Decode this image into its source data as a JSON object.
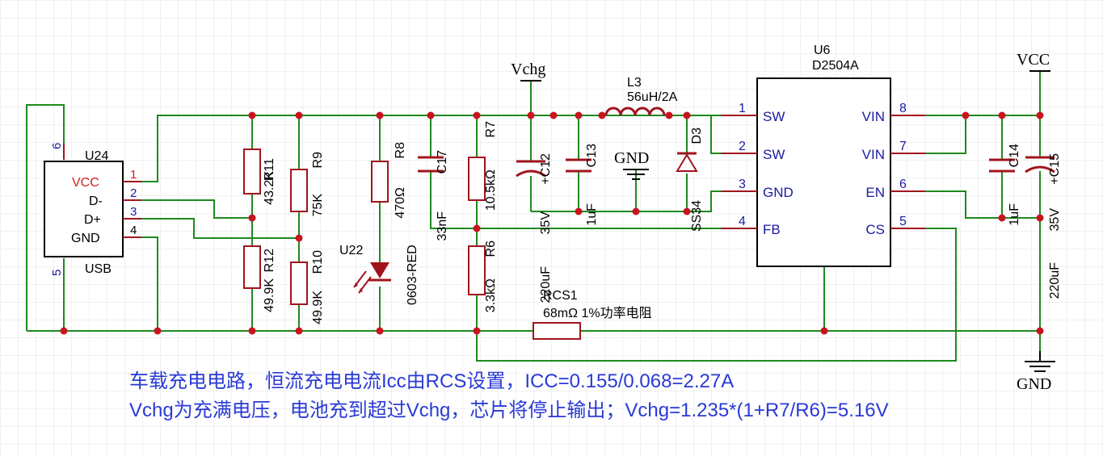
{
  "colors": {
    "wire": "#1e8a1e",
    "component": "#a0141e",
    "pin_number": "#1a1aa0",
    "ic_body": "#000000",
    "junction": "#c8141e",
    "annotation": "#2a3ad6",
    "grid": "#e3e3e3",
    "vcc_label": "#d21e1e"
  },
  "components": {
    "u24": {
      "ref": "U24",
      "name": "USB",
      "pins": [
        {
          "label": "VCC",
          "num": "1"
        },
        {
          "label": "D-",
          "num": "2"
        },
        {
          "label": "D+",
          "num": "3"
        },
        {
          "label": "GND",
          "num": "4"
        }
      ],
      "extra_pins": [
        "6",
        "5"
      ]
    },
    "r11": {
      "ref": "R11",
      "value": "43.2K"
    },
    "r9": {
      "ref": "R9",
      "value": "75K"
    },
    "r12": {
      "ref": "R12",
      "value": "49.9K"
    },
    "r10": {
      "ref": "R10",
      "value": "49.9K"
    },
    "r8": {
      "ref": "R8",
      "value": "470Ω"
    },
    "c17": {
      "ref": "C17",
      "value": "33nF"
    },
    "r7": {
      "ref": "R7",
      "value": "10.5kΩ"
    },
    "r6": {
      "ref": "R6",
      "value": "3.3kΩ"
    },
    "u22": {
      "ref": "U22",
      "value": "0603-RED"
    },
    "c12": {
      "ref": "+C12",
      "voltage": "35V",
      "value": "220uF"
    },
    "c13": {
      "ref": "C13",
      "value": "1uF"
    },
    "l3": {
      "ref": "L3",
      "value": "56uH/2A"
    },
    "d3": {
      "ref": "D3",
      "value": "SS34"
    },
    "u6": {
      "ref": "U6",
      "name": "D2504A",
      "left_pins": [
        {
          "num": "1",
          "label": "SW"
        },
        {
          "num": "2",
          "label": "SW"
        },
        {
          "num": "3",
          "label": "GND"
        },
        {
          "num": "4",
          "label": "FB"
        }
      ],
      "right_pins": [
        {
          "num": "8",
          "label": "VIN"
        },
        {
          "num": "7",
          "label": "VIN"
        },
        {
          "num": "6",
          "label": "EN"
        },
        {
          "num": "5",
          "label": "CS"
        }
      ]
    },
    "c14": {
      "ref": "C14",
      "value": "1uF"
    },
    "c15": {
      "ref": "+C15",
      "voltage": "35V",
      "value": "220uF"
    },
    "rcs1": {
      "ref": "RCS1",
      "value": "68mΩ 1%功率电阻"
    }
  },
  "nets": {
    "vchg": "Vchg",
    "vcc": "VCC",
    "gnd_mid": "GND",
    "gnd_bottom": "GND"
  },
  "notes": {
    "line1": "车载充电电路，恒流充电电流Icc由RCS设置，ICC=0.155/0.068=2.27A",
    "line2": "Vchg为充满电压，电池充到超过Vchg，芯片将停止输出；Vchg=1.235*(1+R7/R6)=5.16V"
  }
}
